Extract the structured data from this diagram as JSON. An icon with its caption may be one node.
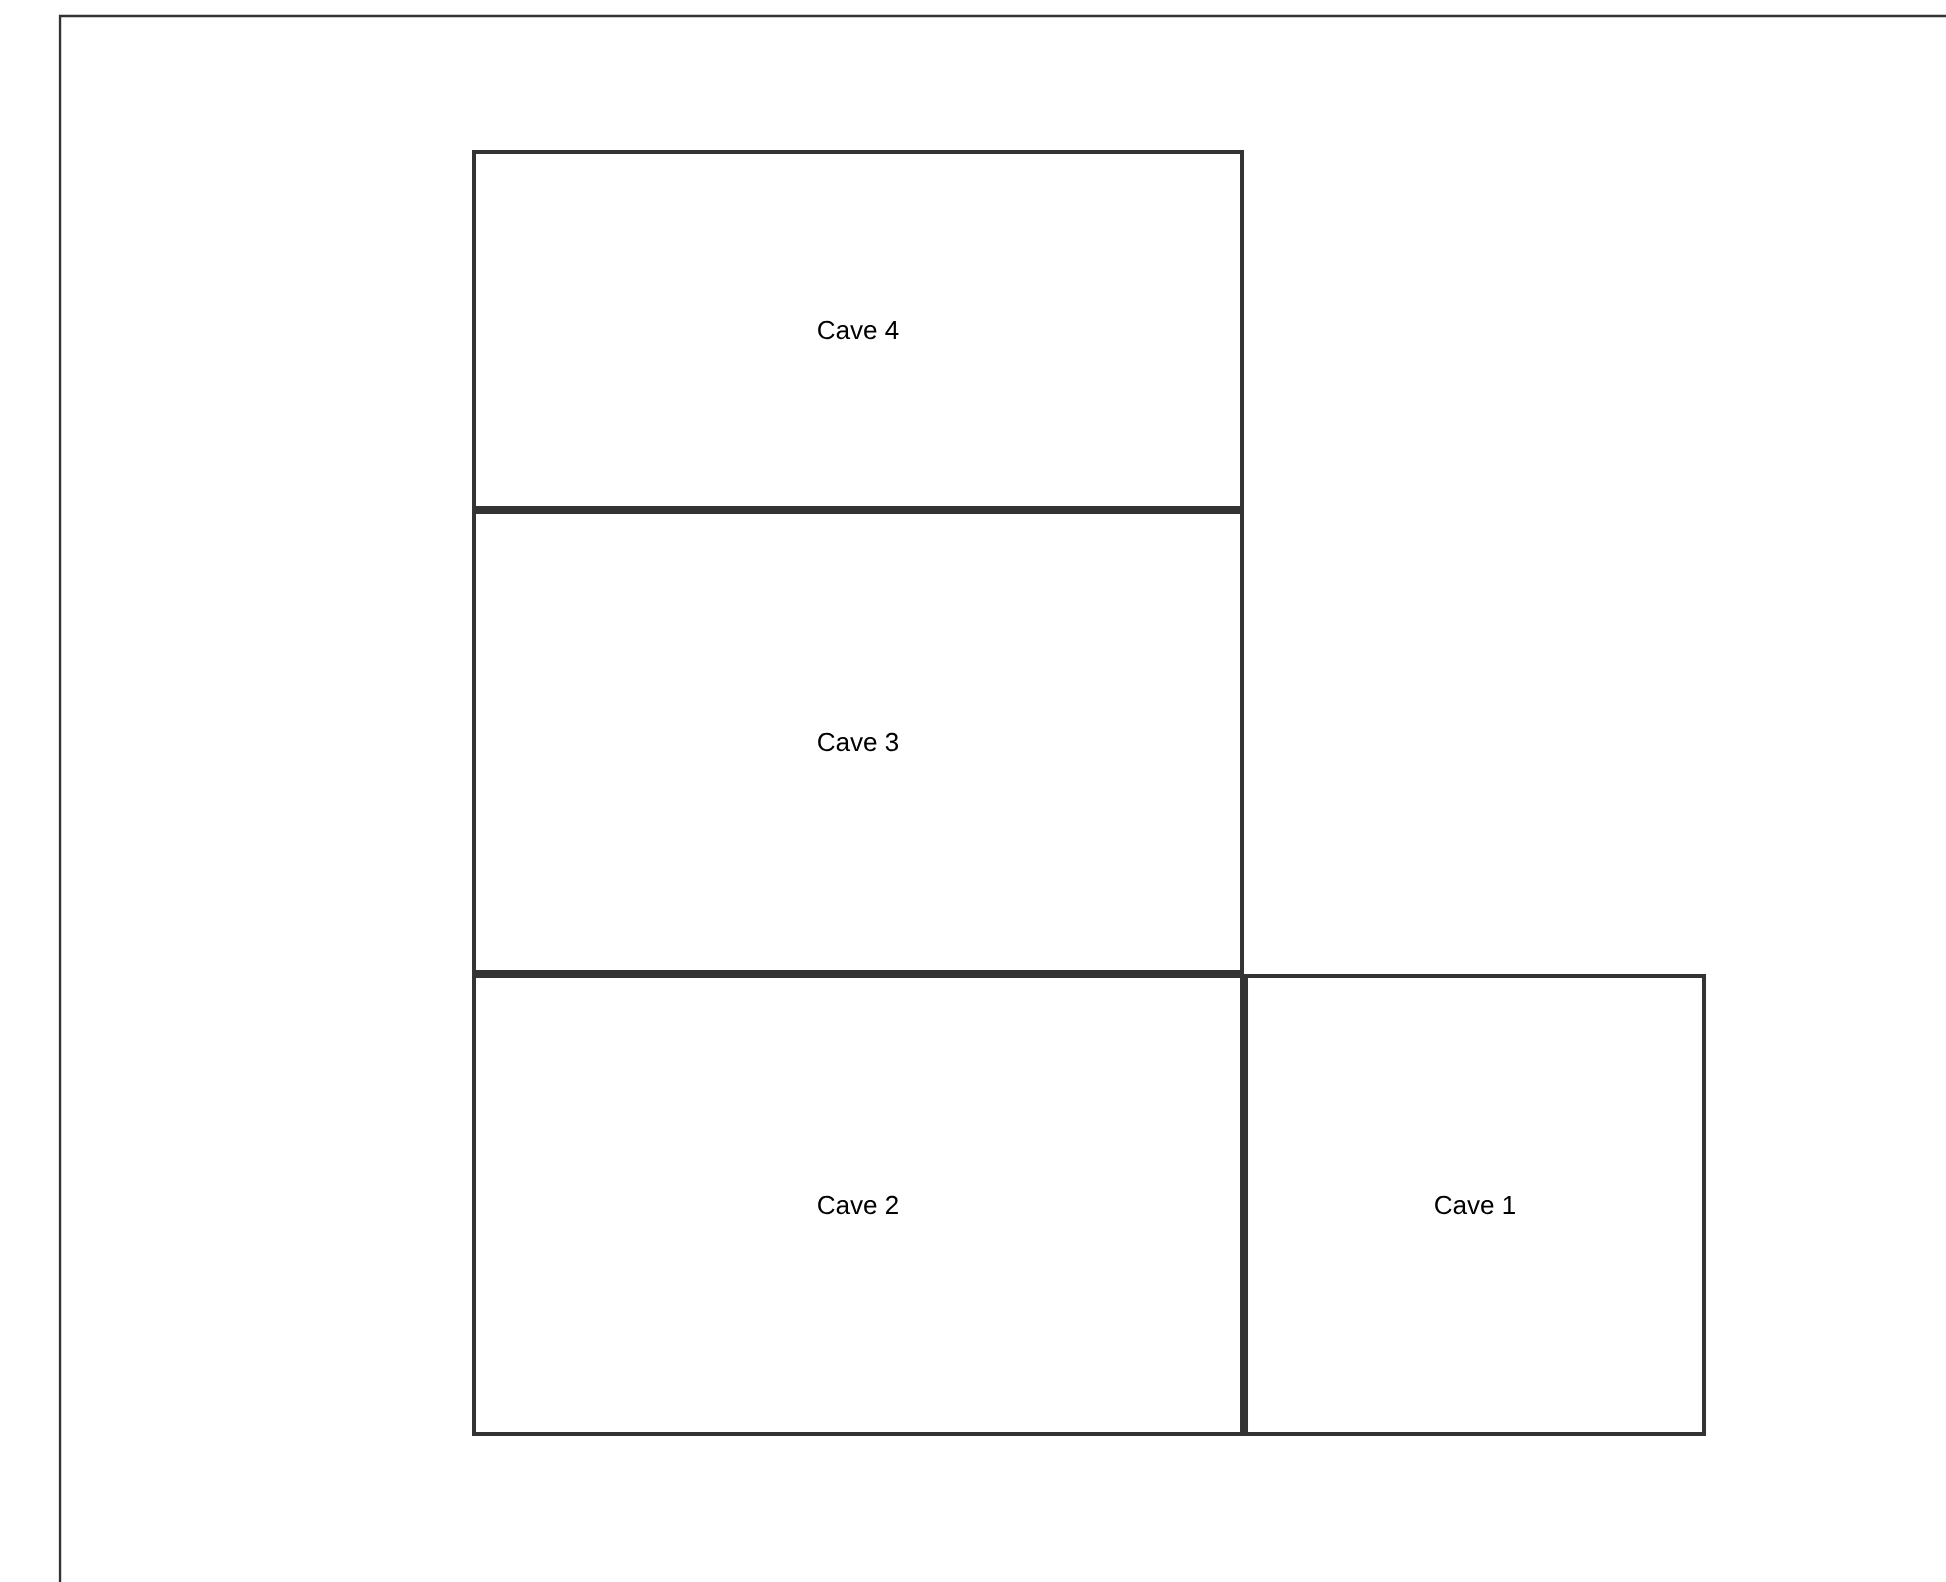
{
  "diagram": {
    "nodes": [
      {
        "text": [
          "Cave 4"
        ]
      },
      {
        "text": [
          "Cave 3"
        ]
      },
      {
        "text": [
          "Cave 2"
        ]
      },
      {
        "text": [
          "Cave 1"
        ]
      }
    ]
  }
}
